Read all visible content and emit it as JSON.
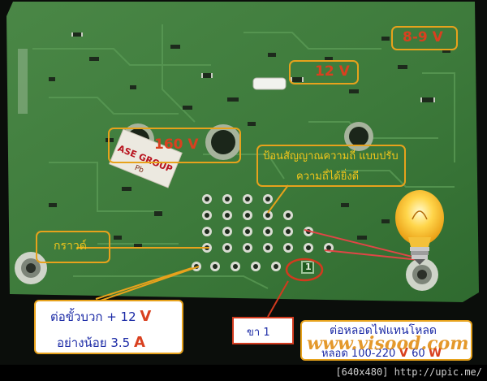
{
  "labels": {
    "v_8_9": "8-9 V",
    "v_12": "12 V",
    "v_160": "160 V",
    "freq_line1": "ป้อนสัญญาณความถี่ แบบปรับ",
    "freq_line2": "ความถี่ได้ยิ่งดี",
    "ground": "กราวด์",
    "pin1_marker": "1",
    "positive_line1_text": "ต่อขั้วบวก + 12 ",
    "positive_line1_unit": "V",
    "positive_line2_text": "อย่างน้อย 3.5 ",
    "positive_line2_unit": "A",
    "pin1_label": "ขา 1",
    "lamp_line1": "ต่อหลอดไฟแทนโหลด",
    "lamp_line2_text": "หลอด 100-220 ",
    "lamp_line2_v": "V",
    "lamp_line2_mid": " 60 ",
    "lamp_line2_w": "W"
  },
  "sticker": {
    "line1": "ASE GROUP",
    "line2": "Pb"
  },
  "watermark": "www.visood.com",
  "footer": "[640x480] http://upic.me/",
  "colors": {
    "board": "#3e7a3c",
    "label_orange": "#e7a21c",
    "text_red": "#d9401f",
    "text_blue": "#1b2aa6",
    "text_yellow": "#f2c61b",
    "watermark": "#e28f16"
  }
}
